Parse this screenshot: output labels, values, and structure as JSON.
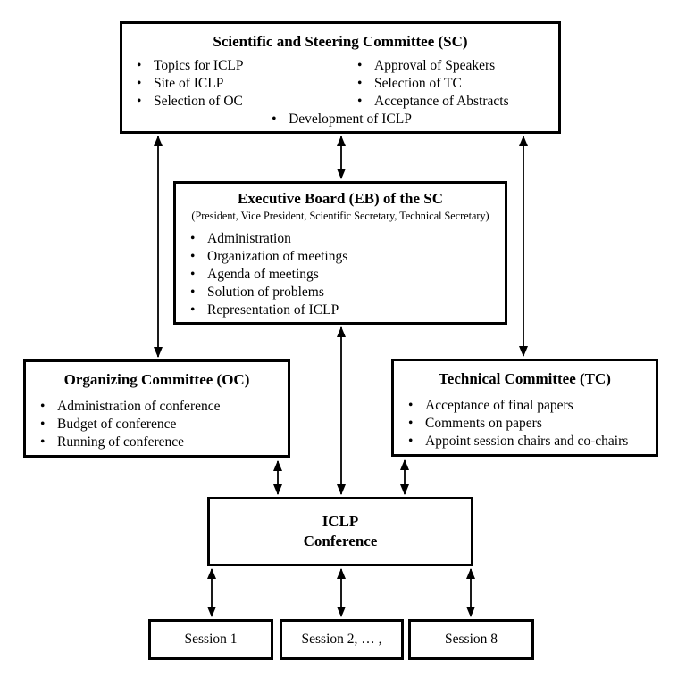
{
  "colors": {
    "ink": "#000000",
    "background": "#ffffff"
  },
  "sc": {
    "title": "Scientific and Steering Committee (SC)",
    "left_bullets": [
      "Topics for ICLP",
      "Site of ICLP",
      "Selection of OC"
    ],
    "right_bullets": [
      "Approval of Speakers",
      "Selection of TC",
      "Acceptance of Abstracts"
    ],
    "bottom_bullet": "Development of ICLP"
  },
  "eb": {
    "title": "Executive Board (EB) of the SC",
    "subtitle": "(President, Vice President, Scientific Secretary, Technical Secretary)",
    "bullets": [
      "Administration",
      "Organization of meetings",
      "Agenda of meetings",
      "Solution of problems",
      "Representation of ICLP"
    ]
  },
  "oc": {
    "title": "Organizing Committee (OC)",
    "bullets": [
      "Administration of conference",
      "Budget of conference",
      "Running of conference"
    ]
  },
  "tc": {
    "title": "Technical Committee (TC)",
    "bullets": [
      "Acceptance of final papers",
      "Comments on papers",
      "Appoint session chairs and co-chairs"
    ]
  },
  "conference": {
    "line1": "ICLP",
    "line2": "Conference"
  },
  "sessions": [
    "Session 1",
    "Session 2, … ,",
    "Session 8"
  ],
  "connections": [
    {
      "from": "sc",
      "to": "eb",
      "bidirectional": true
    },
    {
      "from": "sc",
      "to": "oc",
      "bidirectional": true
    },
    {
      "from": "sc",
      "to": "tc",
      "bidirectional": true
    },
    {
      "from": "eb",
      "to": "conference",
      "bidirectional": true
    },
    {
      "from": "oc",
      "to": "conference",
      "bidirectional": true
    },
    {
      "from": "tc",
      "to": "conference",
      "bidirectional": true
    },
    {
      "from": "conference",
      "to": "session-1",
      "bidirectional": true
    },
    {
      "from": "conference",
      "to": "session-2",
      "bidirectional": true
    },
    {
      "from": "conference",
      "to": "session-8",
      "bidirectional": true
    }
  ]
}
